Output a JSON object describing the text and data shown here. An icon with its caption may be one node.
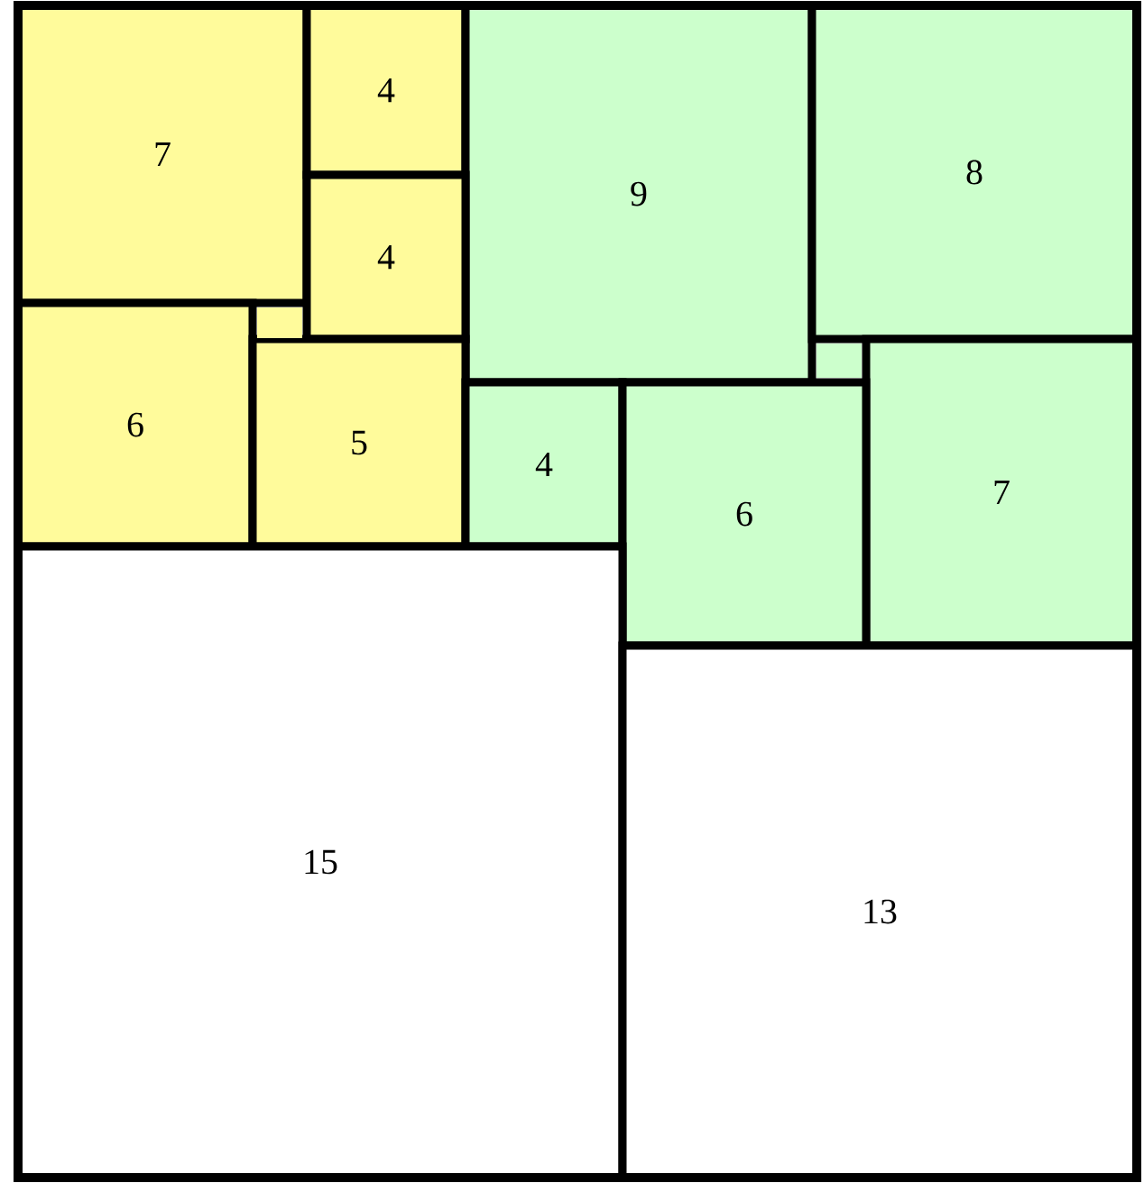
{
  "diagram": {
    "nodes": [
      {
        "text": [
          "7"
        ]
      },
      {
        "text": [
          "4"
        ]
      },
      {
        "text": [
          "9"
        ]
      },
      {
        "text": [
          "8"
        ]
      },
      {
        "text": [
          "4"
        ]
      },
      {
        "text": [],
        "shape": "box"
      },
      {
        "text": [
          "6"
        ]
      },
      {
        "text": [
          "5"
        ]
      },
      {
        "text": [],
        "shape": "box"
      },
      {
        "text": [
          "7"
        ]
      },
      {
        "text": [
          "4"
        ]
      },
      {
        "text": [
          "6"
        ]
      },
      {
        "text": [
          "15"
        ]
      },
      {
        "text": [
          "13"
        ]
      }
    ]
  }
}
